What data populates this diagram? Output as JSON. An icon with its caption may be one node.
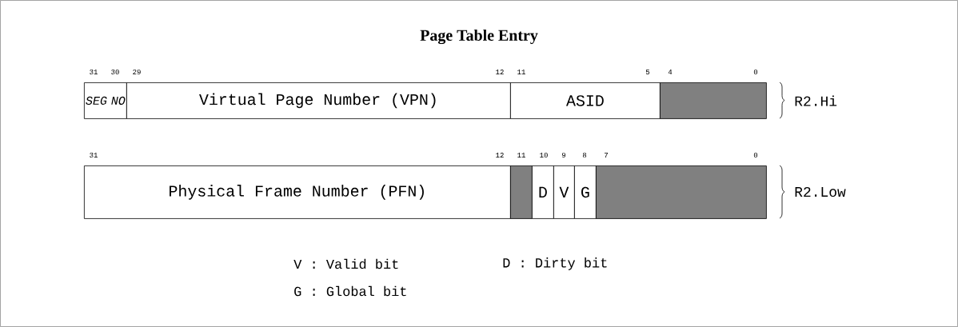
{
  "diagram": {
    "title": "Page Table Entry",
    "nodes": [
      {
        "text": [
          "SEG NO"
        ]
      },
      {
        "text": [
          "Virtual Page Number (VPN)"
        ]
      },
      {
        "text": [
          "ASID"
        ]
      },
      {
        "text": [],
        "shape": "box"
      },
      {
        "text": [
          "Physical Frame Number (PFN)"
        ]
      },
      {
        "text": [],
        "shape": "box"
      },
      {
        "text": [
          "D"
        ]
      },
      {
        "text": [
          "V"
        ]
      },
      {
        "text": [
          "G"
        ]
      },
      {
        "text": [],
        "shape": "box"
      }
    ],
    "labels": [
      "31",
      "30",
      "29",
      "12",
      "11",
      "5",
      "4",
      "0",
      "R2.Hi",
      "31",
      "12",
      "11",
      "10",
      "9",
      "8",
      "7",
      "0",
      "R2.Low",
      "V : Valid bit",
      "D : Dirty bit",
      "G : Global bit"
    ]
  }
}
